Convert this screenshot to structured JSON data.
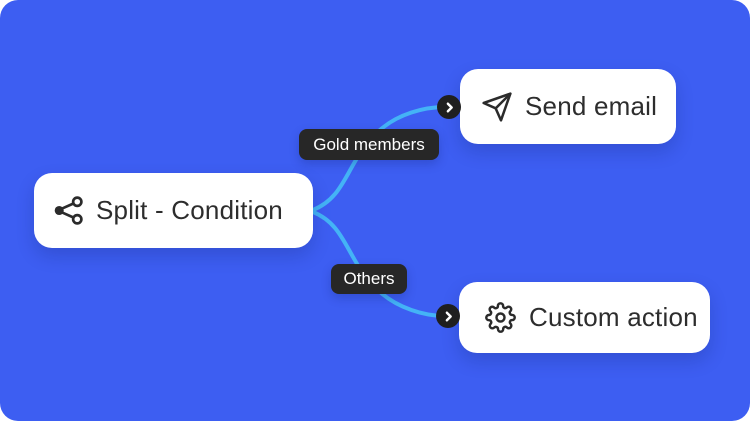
{
  "canvas": {
    "background_color": "#3d5ef2",
    "connector_color": "#44b3f6",
    "branch_label_bg_color": "#272727",
    "port_badge_bg_color": "#1f1f1f",
    "node_bg_color": "#ffffff",
    "node_text_color": "#2d2d2d"
  },
  "nodes": {
    "split": {
      "label": "Split - Condition",
      "icon": "split-branch-icon"
    },
    "send_email": {
      "label": "Send email",
      "icon": "send-icon"
    },
    "custom_action": {
      "label": "Custom action",
      "icon": "gear-icon"
    }
  },
  "branches": {
    "gold": {
      "label": "Gold members"
    },
    "others": {
      "label": "Others"
    }
  }
}
